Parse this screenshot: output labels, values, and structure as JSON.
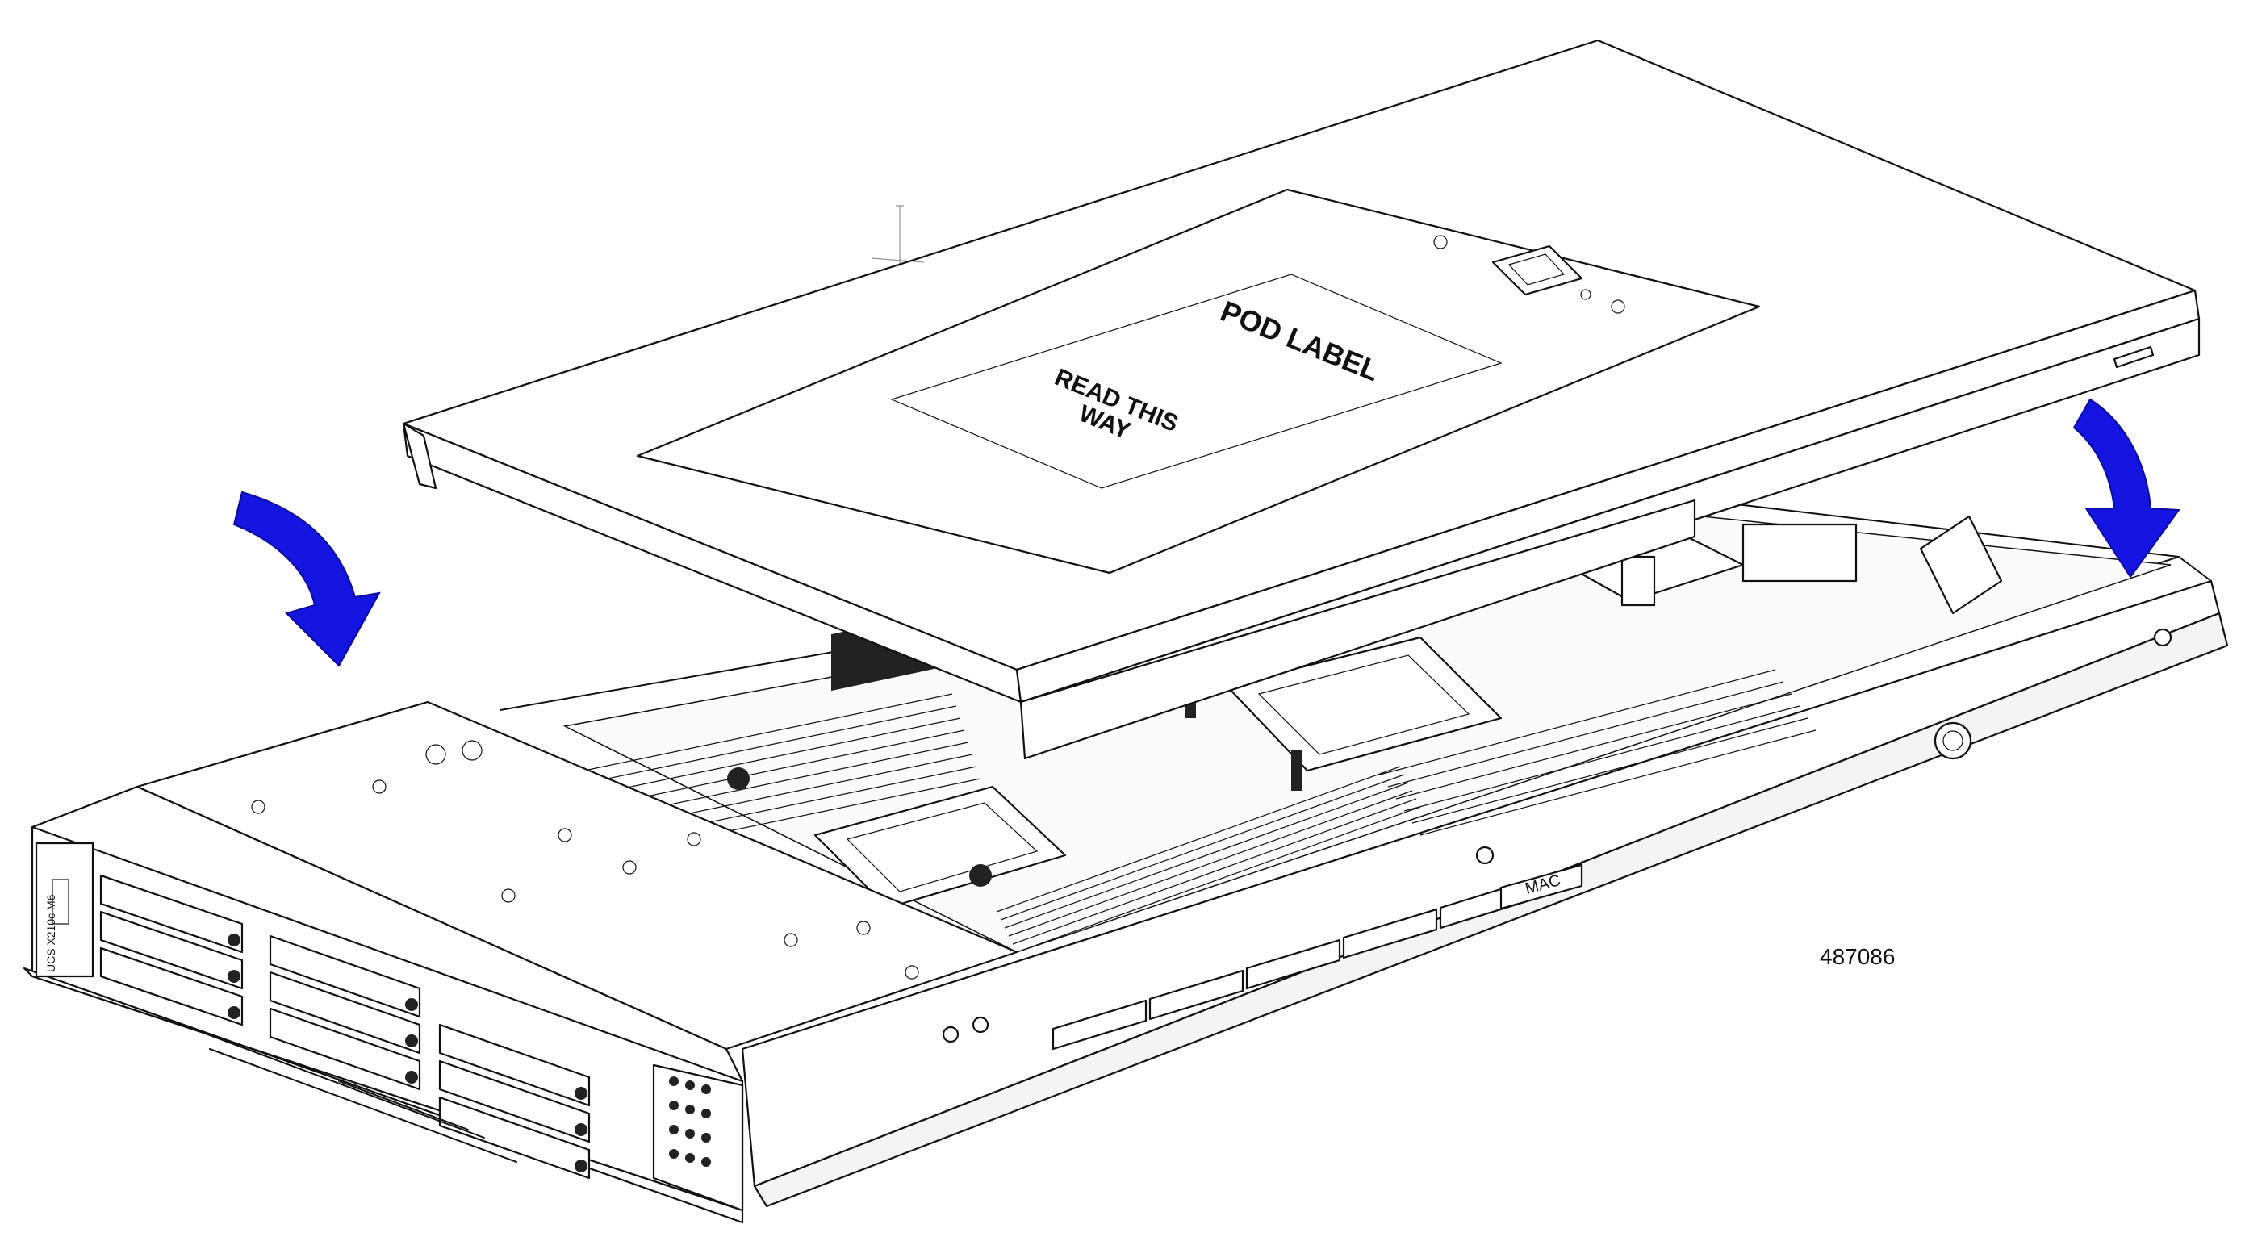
{
  "figure": {
    "id_label": "487086"
  },
  "cover": {
    "pod_label": "POD LABEL",
    "read_direction_line1": "READ THIS",
    "read_direction_line2": "WAY"
  },
  "chassis_side": {
    "mac_label": "MAC"
  },
  "front_panel": {
    "model_label": "UCS X210c M6"
  },
  "colors": {
    "arrow": "#1414e0",
    "line": "#111111",
    "background": "#ffffff"
  },
  "icons": [
    "arrow-down-left-icon",
    "arrow-down-right-icon"
  ]
}
